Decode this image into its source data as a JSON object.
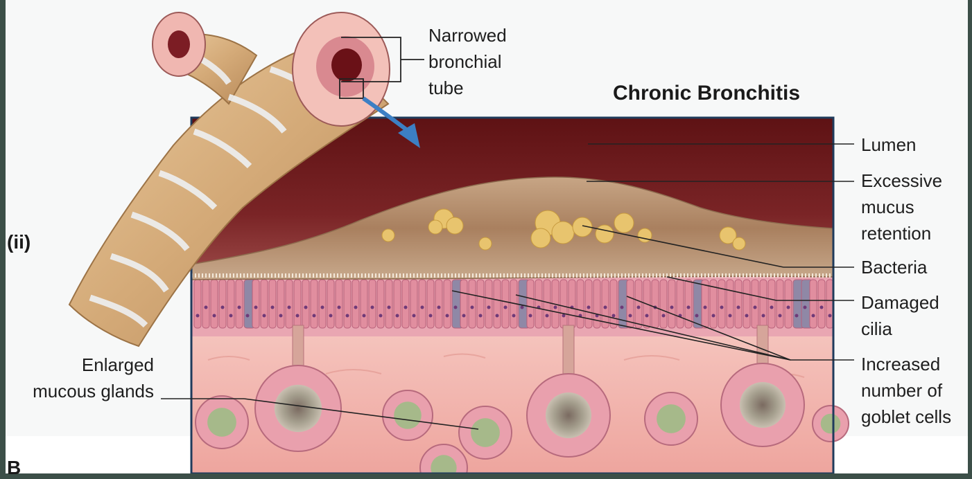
{
  "diagram": {
    "title": "Chronic Bronchitis",
    "panel_label": "(ii)",
    "figure_letter": "B",
    "labels": {
      "narrowed": [
        "Narrowed",
        "bronchial",
        "tube"
      ],
      "lumen": "Lumen",
      "mucus": [
        "Excessive",
        "mucus",
        "retention"
      ],
      "bacteria": "Bacteria",
      "cilia": [
        "Damaged",
        "cilia"
      ],
      "goblet": [
        "Increased",
        "number of",
        "goblet cells"
      ],
      "glands": [
        "Enlarged",
        "mucous glands"
      ]
    }
  },
  "colors": {
    "lumen": "#6e1c1e",
    "tissue": "#f1b4ad",
    "epithelium": "#e7a1ae",
    "mucus": "#b69272",
    "bronchus": "#d9b68a",
    "frame": "#1f3b5c",
    "arrow": "#3c7fc4"
  }
}
